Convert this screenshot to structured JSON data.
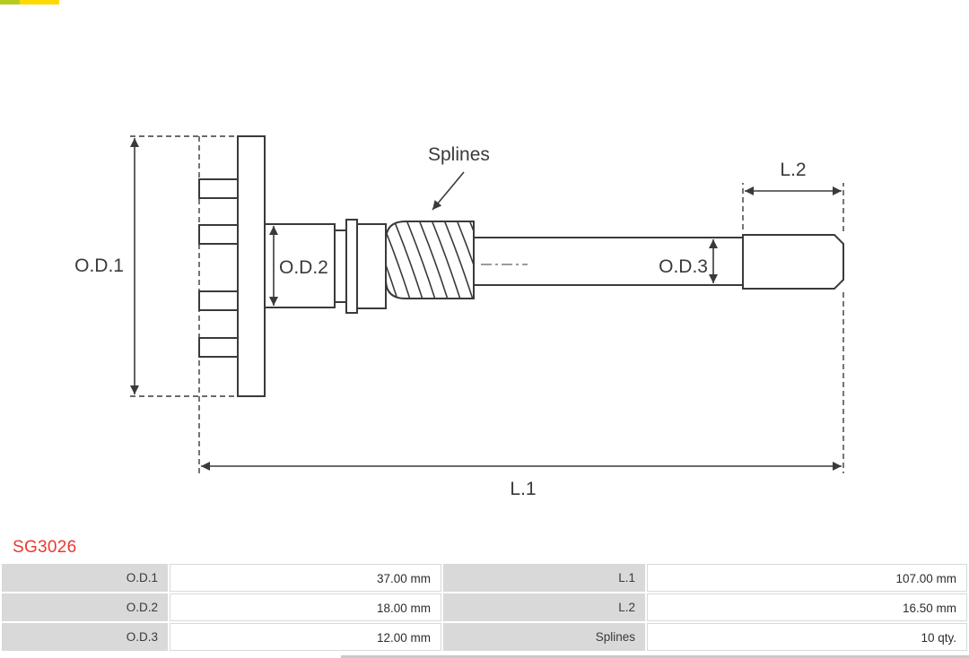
{
  "part_number": "SG3026",
  "diagram": {
    "labels": {
      "od1": "O.D.1",
      "od2": "O.D.2",
      "od3": "O.D.3",
      "l1": "L.1",
      "l2": "L.2",
      "splines": "Splines"
    }
  },
  "spec_table": {
    "rows": [
      {
        "label1": "O.D.1",
        "value1": "37.00 mm",
        "label2": "L.1",
        "value2": "107.00 mm"
      },
      {
        "label1": "O.D.2",
        "value1": "18.00 mm",
        "label2": "L.2",
        "value2": "16.50 mm"
      },
      {
        "label1": "O.D.3",
        "value1": "12.00 mm",
        "label2": "Splines",
        "value2": "10 qty."
      }
    ]
  },
  "colors": {
    "part_number_text": "#e8392f",
    "table_label_bg": "#d9d9d9",
    "line": "#3a3a3a",
    "accent_strip": "#ffd800"
  }
}
